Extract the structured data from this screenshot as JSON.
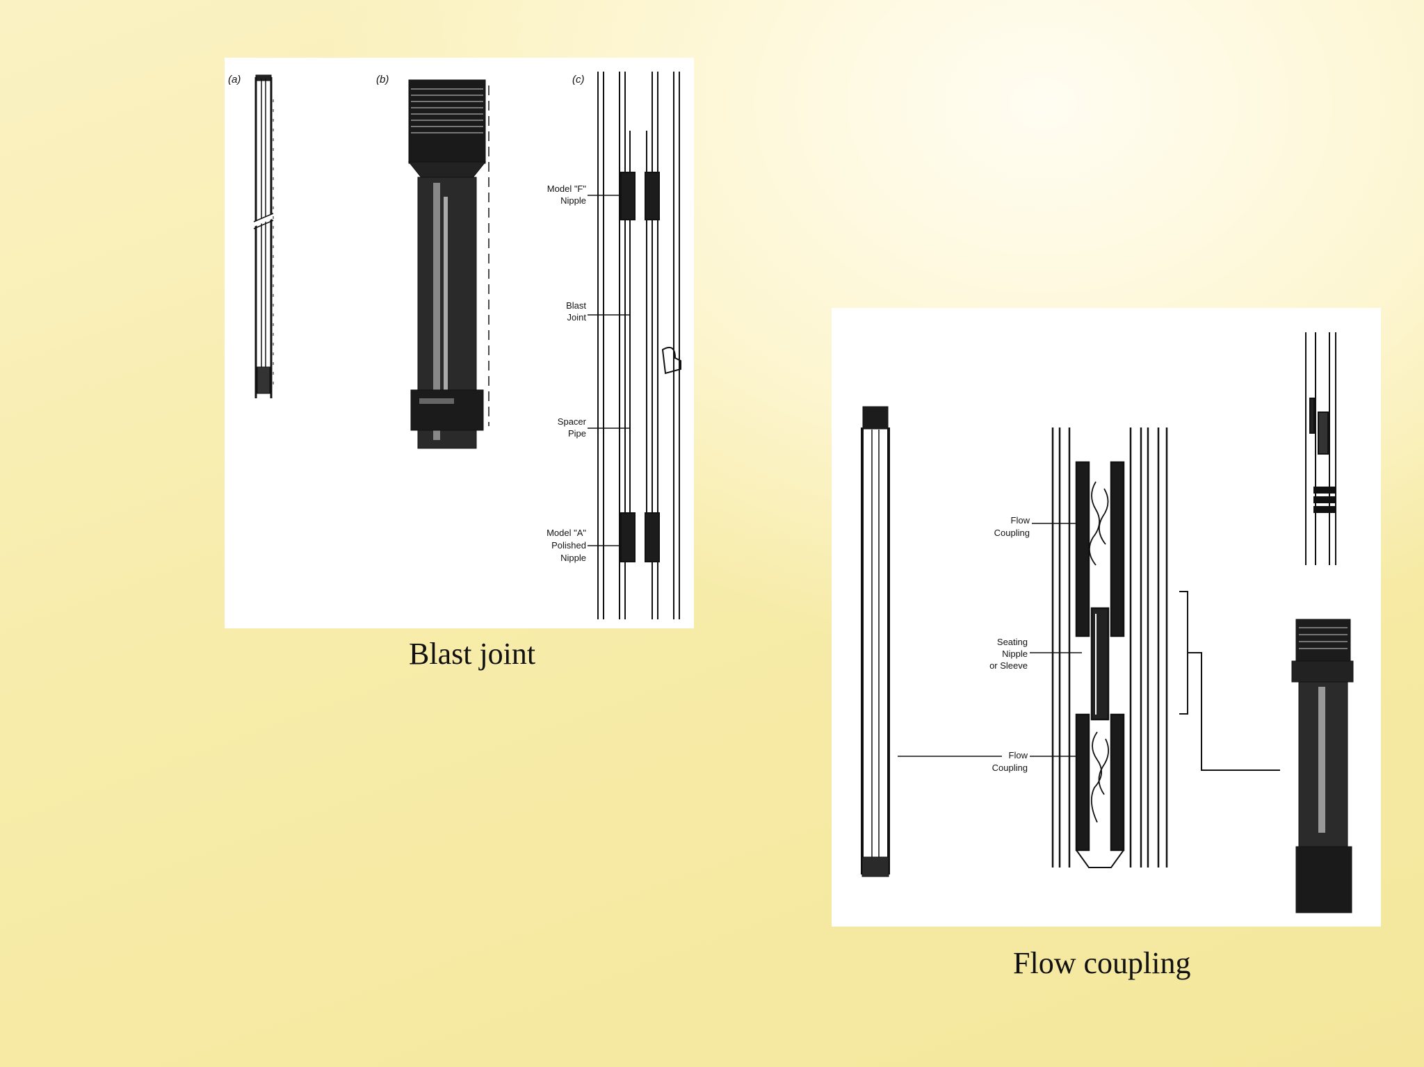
{
  "slide": {
    "background_colors": [
      "#fffdf2",
      "#f7ecaa",
      "#f4e79c"
    ]
  },
  "blast_figure": {
    "caption": "Blast joint",
    "sub_labels": [
      "(a)",
      "(b)",
      "(c)"
    ],
    "callouts": {
      "model_f_line1": "Model \"F\"",
      "model_f_line2": "Nipple",
      "blast_line1": "Blast",
      "blast_line2": "Joint",
      "spacer_line1": "Spacer",
      "spacer_line2": "Pipe",
      "model_a_line1": "Model \"A\"",
      "model_a_line2": "Polished",
      "model_a_line3": "Nipple"
    }
  },
  "flow_figure": {
    "caption": "Flow coupling",
    "callouts": {
      "upper_line1": "Flow",
      "upper_line2": "Coupling",
      "seat_line1": "Seating",
      "seat_line2": "Nipple",
      "seat_line3": "or Sleeve",
      "lower_line1": "Flow",
      "lower_line2": "Coupling"
    }
  }
}
